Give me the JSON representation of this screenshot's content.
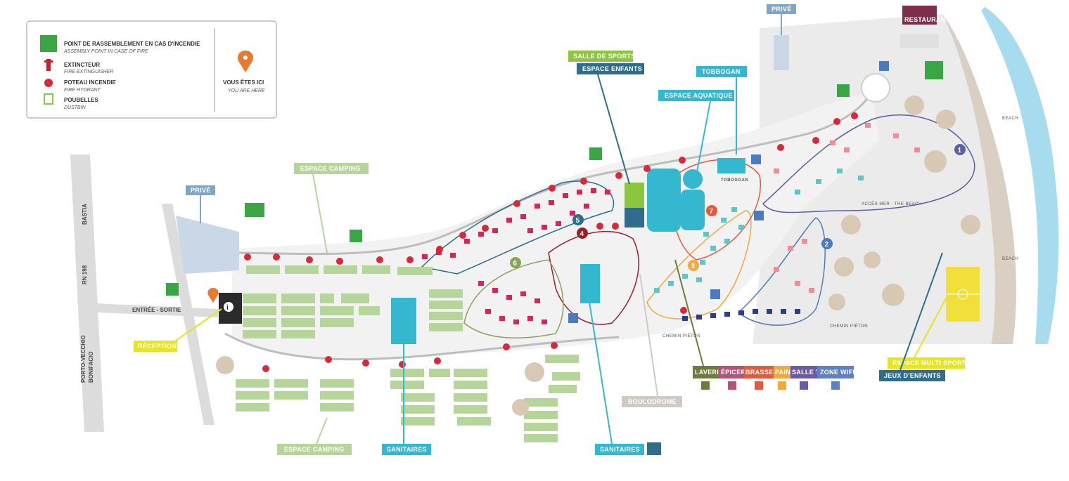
{
  "legend": {
    "items": [
      {
        "icon": "assembly-point-icon",
        "label": "POINT DE RASSEMBLEMENT EN CAS D'INCENDIE",
        "sub": "ASSEMBLY POINT IN CASE OF FIRE",
        "color": "#3aa545"
      },
      {
        "icon": "fire-extinguisher-icon",
        "label": "EXTINCTEUR",
        "sub": "FIRE EXTINGUISHER",
        "color": "#c8202a"
      },
      {
        "icon": "fire-hydrant-icon",
        "label": "POTEAU INCENDIE",
        "sub": "FIRE HYDRANT",
        "color": "#d8283a"
      },
      {
        "icon": "dustbin-icon",
        "label": "POUBELLES",
        "sub": "DUSTBIN",
        "color": "#8cc63f"
      }
    ],
    "you_are_here": {
      "label": "VOUS ÊTES ICI",
      "sub": "YOU ARE HERE",
      "color": "#e8792e"
    }
  },
  "roads": {
    "road_name": "RN 198",
    "direction_north": "BASTIA",
    "direction_south_1": "PORTO-VECCHIO",
    "direction_south_2": "BONIFACIO",
    "entrance": "ENTRÉE - SORTIE"
  },
  "paths": {
    "beach_access": "ACCÈS MER - THE BEACH",
    "pedestrian_1": "CHEMIN PIÉTON",
    "pedestrian_2": "CHEMIN PIÉTON",
    "beach_1": "BEACH",
    "beach_2": "BEACH"
  },
  "labels": {
    "prive_left": "PRIVÉ",
    "prive_top": "PRIVÉ",
    "restaurant": "RESTAURANT",
    "espace_camping_top": "ESPACE CAMPING",
    "espace_camping_bottom": "ESPACE CAMPING",
    "salle_de_sports": "SALLE DE SPORTS",
    "espace_enfants": "ESPACE ENFANTS",
    "tobbogan": "TOBBOGAN",
    "toboggan_small": "TOBOGGAN",
    "espace_aquatique": "ESPACE AQUATIQUE",
    "reception": "RÉCEPTION",
    "sanitaires_1": "SANITAIRES",
    "sanitaires_2": "SANITAIRES",
    "boulodrome": "BOULODROME",
    "espace_multi_sports": "ESPACE MULTI SPORTS",
    "jeux_enfants": "JEUX D'ENFANTS"
  },
  "services": [
    {
      "label": "LAVERIE",
      "color": "#6f7b3a",
      "icon": "laundry-icon"
    },
    {
      "label": "ÉPICERIE",
      "color": "#b5527a",
      "icon": "grocery-icon"
    },
    {
      "label": "BRASSERIE",
      "color": "#e55a3c",
      "icon": "brasserie-icon"
    },
    {
      "label": "PAIN",
      "color": "#f2a93b",
      "icon": "bread-icon"
    },
    {
      "label": "SALLE TV",
      "color": "#6c5aa6",
      "icon": "tv-icon"
    },
    {
      "label": "ZONE WIFI",
      "color": "#5b82c4",
      "icon": "wifi-icon"
    }
  ],
  "circuits": [
    {
      "num": "1",
      "color": "#5a5fa8"
    },
    {
      "num": "2",
      "color": "#4a7bbf"
    },
    {
      "num": "3",
      "color": "#f2a93b"
    },
    {
      "num": "4",
      "color": "#9e1f2a"
    },
    {
      "num": "5",
      "color": "#2f6d8a"
    },
    {
      "num": "6",
      "color": "#8aa35a"
    },
    {
      "num": "7",
      "color": "#e55a3c"
    }
  ],
  "colors": {
    "camping_green": "#b6d59a",
    "leisure_green": "#8cc63f",
    "aqua": "#33b8cf",
    "yellow_label": "#e5e520",
    "gray_land": "#ebebeb",
    "sea": "#a7dcef"
  }
}
